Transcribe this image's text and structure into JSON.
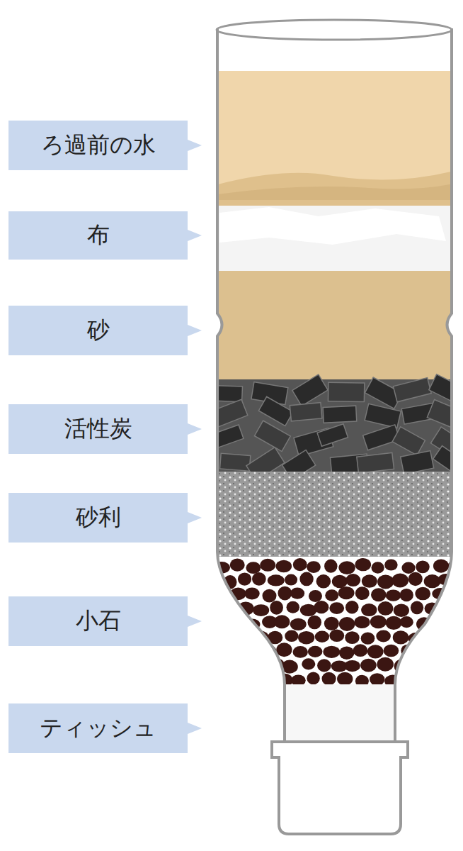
{
  "diagram": {
    "nodes": [
      {
        "text": [
          "ろ過前の水"
        ]
      },
      {
        "text": [
          "布"
        ]
      },
      {
        "text": [
          "砂"
        ]
      },
      {
        "text": [
          "活性炭"
        ]
      },
      {
        "text": [
          "砂利"
        ]
      },
      {
        "text": [
          "小石"
        ]
      },
      {
        "text": [
          "ティッシュ"
        ]
      }
    ]
  }
}
